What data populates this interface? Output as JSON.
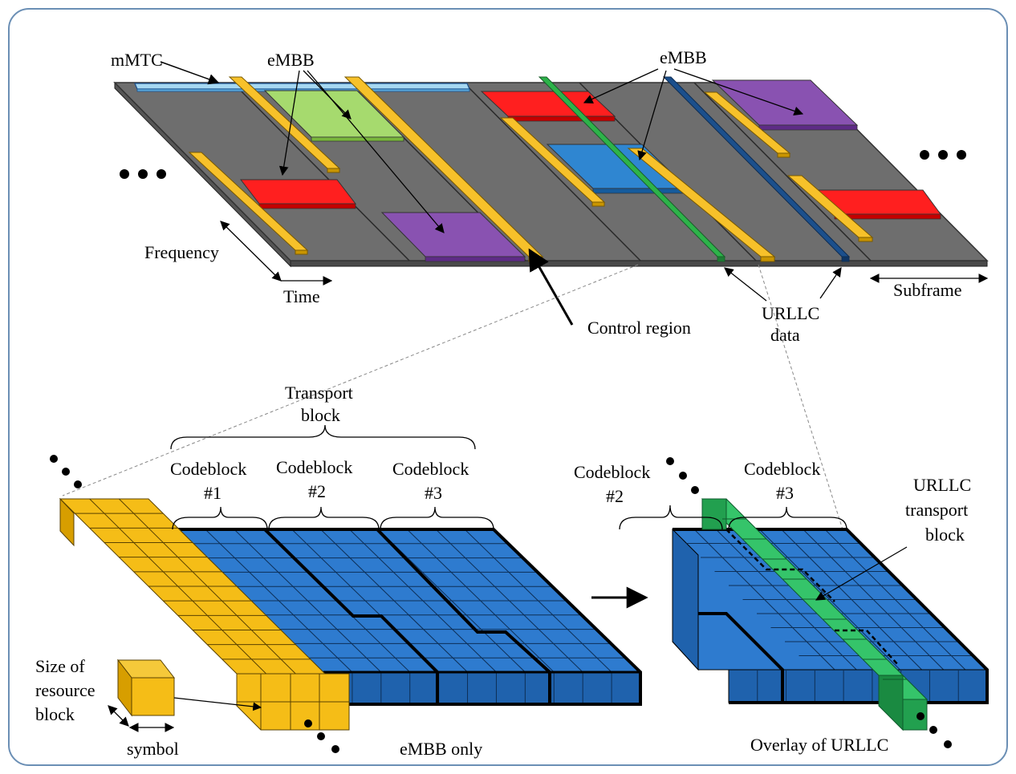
{
  "labels": {
    "mmtc": "mMTC",
    "embb_left": "eMBB",
    "embb_right": "eMBB",
    "frequency": "Frequency",
    "time": "Time",
    "control_region": "Control region",
    "urllc_line1": "URLLC",
    "urllc_line2": "data",
    "subframe": "Subframe",
    "transport_line1": "Transport",
    "transport_line2": "block",
    "cb1_line1": "Codeblock",
    "cb1_line2": "#1",
    "cb2_line1": "Codeblock",
    "cb2_line2": "#2",
    "cb3_line1": "Codeblock",
    "cb3_line2": "#3",
    "cb2r_line1": "Codeblock",
    "cb2r_line2": "#2",
    "cb3r_line1": "Codeblock",
    "cb3r_line2": "#3",
    "urllc_tb_line1": "URLLC",
    "urllc_tb_line2": "transport",
    "urllc_tb_line3": "block",
    "size_line1": "Size of",
    "size_line2": "resource",
    "size_line3": "block",
    "symbol": "symbol",
    "embb_only": "eMBB only",
    "overlay": "Overlay of URLLC"
  },
  "colors": {
    "grid_gray": "#6e6e6e",
    "control_yellow": "#f7c12a",
    "embb_red": "#ff1f1f",
    "embb_green": "#a6da6e",
    "embb_purple": "#8952b1",
    "embb_blue": "#2f86d1",
    "urllc_green": "#2db34a",
    "urllc_navy": "#1b4f8c",
    "mmtc_lightblue": "#a6d8f2",
    "resource_blue": "#2e7bcf",
    "resource_yellow": "#f5bd17",
    "frame_border": "#6b8fb5"
  }
}
